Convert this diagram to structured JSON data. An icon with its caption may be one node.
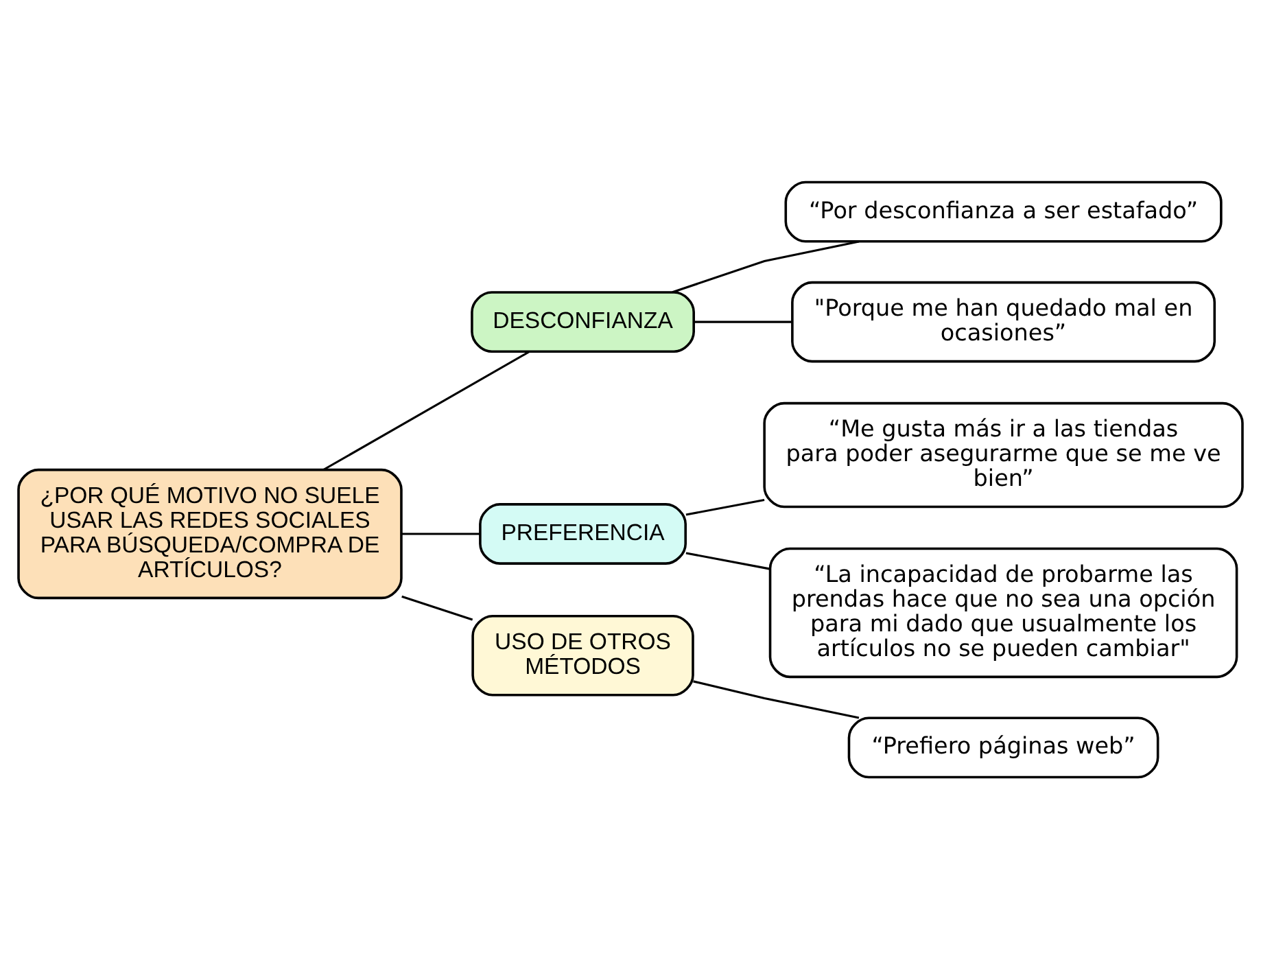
{
  "diagram": {
    "nodes": [
      {
        "text": [
          "¿POR QUÉ MOTIVO NO SUELE USAR LAS REDES SOCIALES PARA BÚSQUEDA/COMPRA DE ARTÍCULOS?"
        ]
      },
      {
        "text": [
          "DESCONFIANZA"
        ]
      },
      {
        "text": [
          "PREFERENCIA"
        ]
      },
      {
        "text": [
          "USO DE OTROS MÉTODOS"
        ]
      },
      {
        "text": [
          "“Por desconfianza a ser estafado”"
        ]
      },
      {
        "text": [
          "\"Porque me han quedado mal en ocasiones”"
        ]
      },
      {
        "text": [
          "“Me gusta más ir a las tiendas para poder asegurarme que se me ve bien”"
        ]
      },
      {
        "text": [
          "“La incapacidad de probarme las prendas hace que no sea una opción para mi dado que usualmente los artículos no se pueden cambiar\""
        ]
      },
      {
        "text": [
          "“Prefiero páginas web”"
        ]
      }
    ],
    "edges": [
      {
        "from": 0,
        "to": 1,
        "arrow": "none"
      },
      {
        "from": 0,
        "to": 2,
        "arrow": "none"
      },
      {
        "from": 0,
        "to": 3,
        "arrow": "none"
      },
      {
        "from": 1,
        "to": 4,
        "arrow": "none"
      },
      {
        "from": 1,
        "to": 5,
        "arrow": "none"
      },
      {
        "from": 2,
        "to": 6,
        "arrow": "none"
      },
      {
        "from": 2,
        "to": 7,
        "arrow": "none"
      },
      {
        "from": 3,
        "to": 8,
        "arrow": "none"
      }
    ]
  }
}
